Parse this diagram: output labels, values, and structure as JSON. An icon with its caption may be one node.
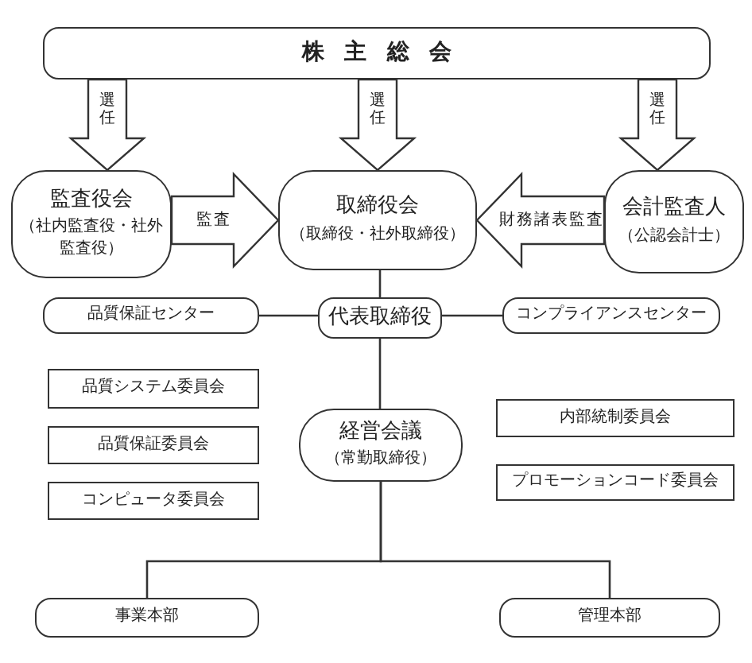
{
  "diagram": {
    "nodes": [
      {
        "text": [
          "株主総会"
        ]
      },
      {
        "text": [
          "監査役会",
          "（社内監査役・社外監査役）"
        ]
      },
      {
        "text": [
          "取締役会",
          "（取締役・社外取締役）"
        ]
      },
      {
        "text": [
          "会計監査人",
          "（公認会計士）"
        ]
      },
      {
        "text": [
          "品質保証センター"
        ]
      },
      {
        "text": [
          "代表取締役"
        ]
      },
      {
        "text": [
          "コンプライアンスセンター"
        ]
      },
      {
        "text": [
          "品質システム委員会"
        ]
      },
      {
        "text": [
          "内部統制委員会"
        ]
      },
      {
        "text": [
          "品質保証委員会"
        ]
      },
      {
        "text": [
          "経営会議",
          "（常勤取締役）"
        ]
      },
      {
        "text": [
          "プロモーションコード委員会"
        ]
      },
      {
        "text": [
          "コンピュータ委員会"
        ]
      },
      {
        "text": [
          "事業本部"
        ]
      },
      {
        "text": [
          "管理本部"
        ]
      }
    ],
    "edges": [
      {
        "from": 0,
        "to": 1,
        "arrow": "to",
        "label": "選任",
        "style": "thick"
      },
      {
        "from": 0,
        "to": 2,
        "arrow": "to",
        "label": "選任",
        "style": "thick"
      },
      {
        "from": 0,
        "to": 3,
        "arrow": "to",
        "label": "選任",
        "style": "thick"
      },
      {
        "from": 1,
        "to": 2,
        "arrow": "to",
        "label": "監査",
        "style": "thick"
      },
      {
        "from": 3,
        "to": 2,
        "arrow": "to",
        "label": "財務諸表監査",
        "style": "thick"
      },
      {
        "from": 2,
        "to": 5,
        "arrow": "none"
      },
      {
        "from": 4,
        "to": 5,
        "arrow": "none"
      },
      {
        "from": 5,
        "to": 6,
        "arrow": "none"
      },
      {
        "from": 5,
        "to": 10,
        "arrow": "none"
      },
      {
        "from": 10,
        "to": 13,
        "arrow": "none"
      },
      {
        "from": 10,
        "to": 14,
        "arrow": "none"
      }
    ]
  }
}
